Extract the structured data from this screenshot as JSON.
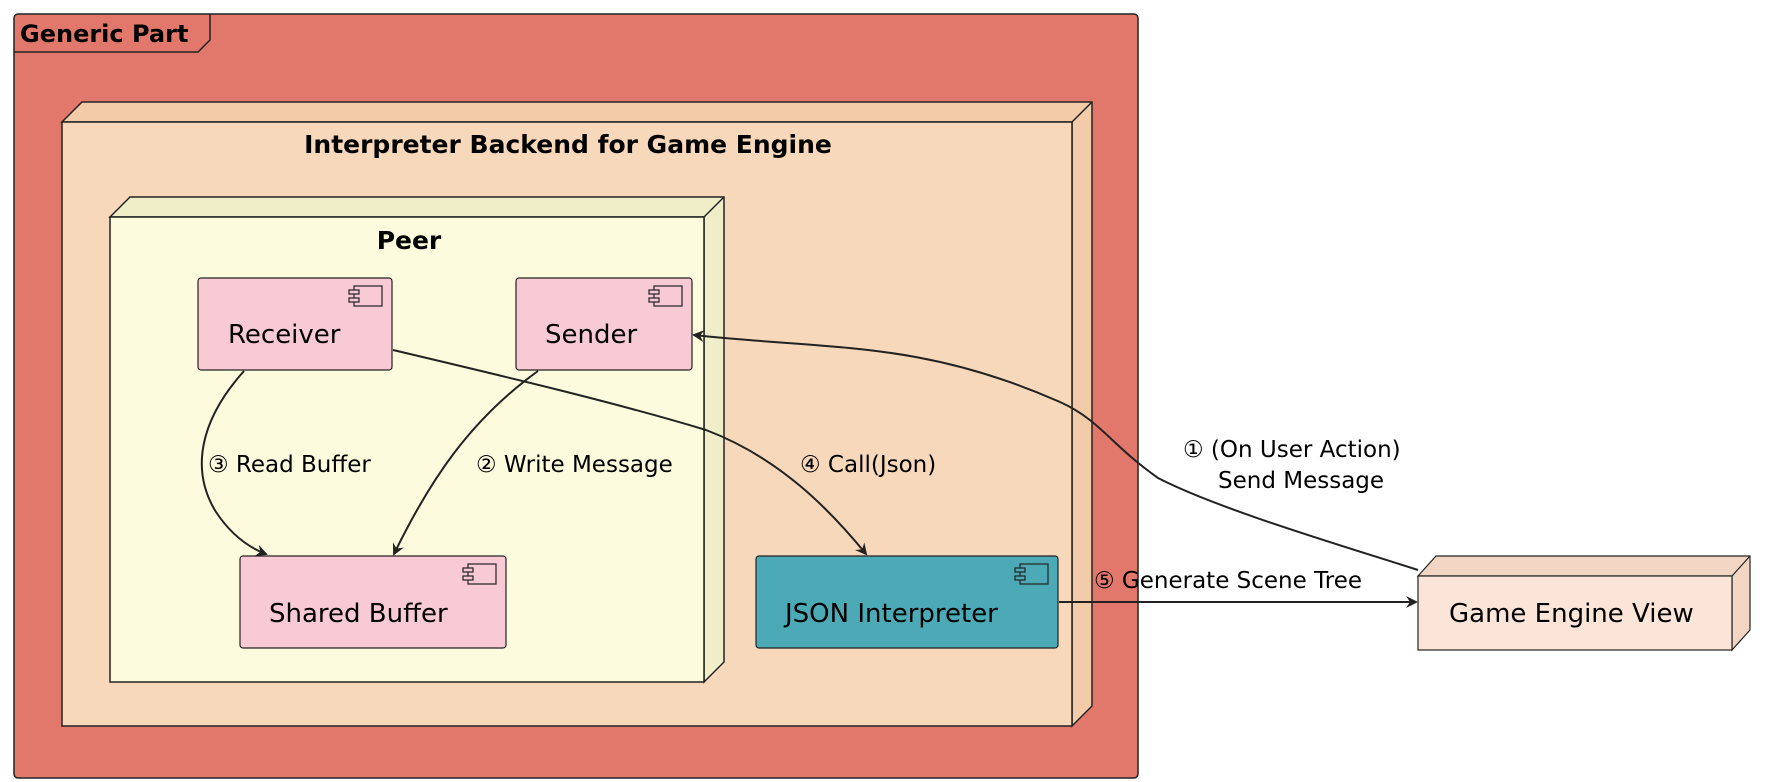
{
  "frame": {
    "title": "Generic Part"
  },
  "nodes": {
    "backend": {
      "title": "Interpreter Backend for Game Engine"
    },
    "peer": {
      "title": "Peer"
    },
    "game_engine_view": {
      "label": "Game Engine View"
    }
  },
  "components": {
    "receiver": {
      "label": "Receiver"
    },
    "sender": {
      "label": "Sender"
    },
    "shared_buffer": {
      "label": "Shared Buffer"
    },
    "json_interpreter": {
      "label": "JSON Interpreter"
    }
  },
  "edges": {
    "e1": {
      "line1": "① (On User Action)",
      "line2": "Send Message"
    },
    "e2": {
      "label": "② Write Message"
    },
    "e3": {
      "label": "③ Read Buffer"
    },
    "e4": {
      "label": "④ Call(Json)"
    },
    "e5": {
      "label": "⑤ Generate Scene Tree"
    }
  },
  "colors": {
    "frame_fill": "#E2786C",
    "backend_fill": "#F7D8BA",
    "peer_fill": "#FDFBDD",
    "component_fill": "#F8CAD6",
    "interpreter_fill": "#4BAAB5",
    "view_fill": "#FBE5D9"
  }
}
